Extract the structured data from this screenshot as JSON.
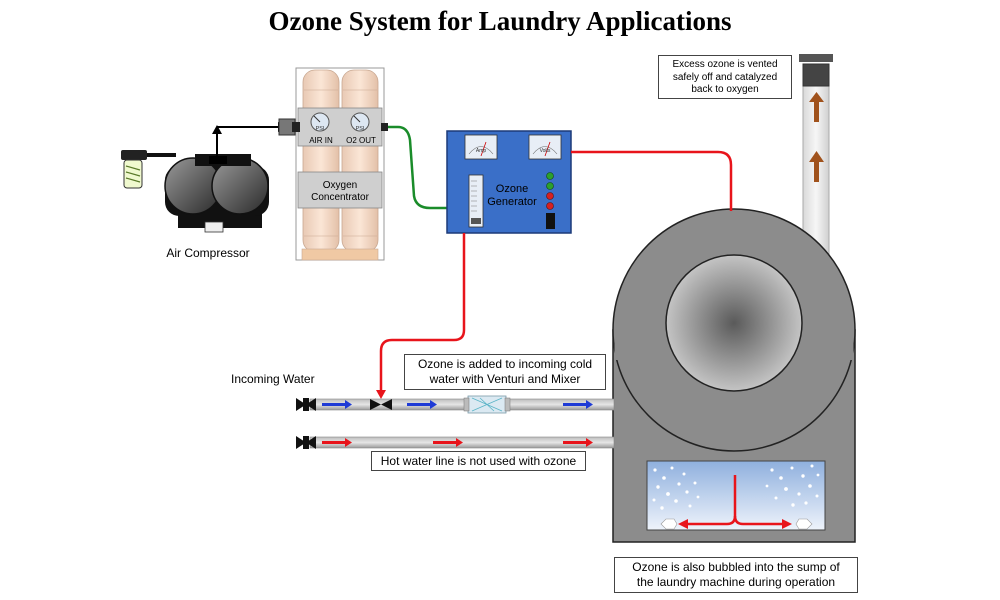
{
  "title": "Ozone System for Laundry Applications",
  "labels": {
    "air_compressor": "Air Compressor",
    "oxygen_concentrator_line1": "Oxygen",
    "oxygen_concentrator_line2": "Concentrator",
    "air_in": "AIR IN",
    "o2_out": "O2 OUT",
    "psi": "PSI",
    "ozone_generator_line1": "Ozone",
    "ozone_generator_line2": "Generator",
    "amp_gauge": "Amp",
    "volt_gauge": "Volts",
    "incoming_water": "Incoming Water"
  },
  "callouts": {
    "vent_line1": "Excess ozone is vented",
    "vent_line2": "safely off and catalyzed",
    "vent_line3": "back to oxygen",
    "venturi_line1": "Ozone is added to incoming cold",
    "venturi_line2": "water with Venturi and Mixer",
    "hot_water": "Hot water line is not used with ozone",
    "sump_line1": "Ozone is also bubbled into the sump of",
    "sump_line2": "the laundry machine during operation"
  },
  "colors": {
    "ozone_line": "#e8141b",
    "oxygen_line": "#1a8c2a",
    "cold_arrow": "#1f3bd6",
    "hot_arrow": "#e8141b",
    "vent_arrow": "#a0521c",
    "generator_body": "#3a6fc8",
    "machine_gray": "#8c8c8c"
  },
  "icons": [
    "valve-icon",
    "gauge-icon",
    "air-filter-icon",
    "flow-arrow-icon"
  ]
}
